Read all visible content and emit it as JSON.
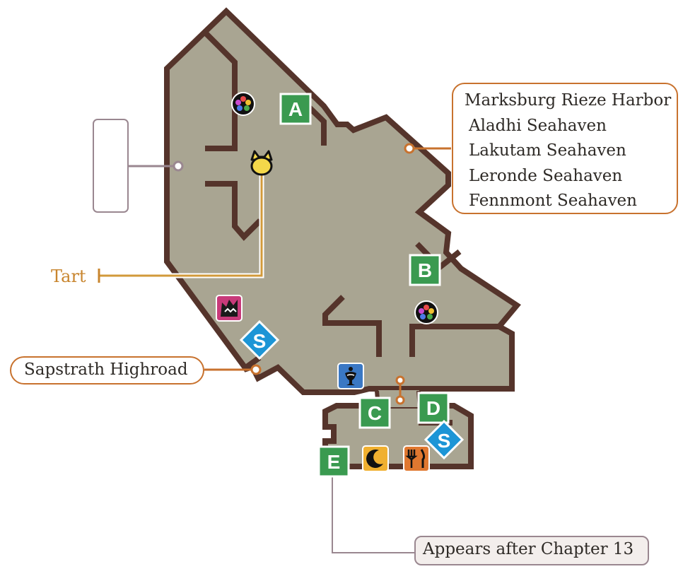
{
  "map": {
    "colors": {
      "floor": "#a9a592",
      "wall": "#55342b",
      "point_marker": "#3a9a50",
      "save_marker": "#1c95d6",
      "callout_orange": "#c8722e",
      "callout_gray": "#9a8790"
    },
    "markers": [
      {
        "id": "A",
        "label": "A"
      },
      {
        "id": "B",
        "label": "B"
      },
      {
        "id": "C",
        "label": "C"
      },
      {
        "id": "D",
        "label": "D"
      },
      {
        "id": "E",
        "label": "E"
      }
    ],
    "save_points": [
      {
        "label": "S"
      },
      {
        "label": "S"
      }
    ],
    "icons": [
      "orb-shop-icon",
      "cat-icon",
      "orb-shop-icon",
      "monster-icon",
      "statue-icon",
      "inn-moon-icon",
      "restaurant-icon",
      "armor-shop-icon",
      "weapon-shop-icon",
      "accessory-shop-icon"
    ],
    "destinations": [
      "Marksburg Rieze Harbor",
      "Aladhi Seahaven",
      "Lakutam Seahaven",
      "Leronde Seahaven",
      "Fennmont Seahaven"
    ],
    "tart_label": "Tart",
    "exit_label": "Sapstrath Highroad",
    "note_label": "Appears after Chapter 13"
  }
}
